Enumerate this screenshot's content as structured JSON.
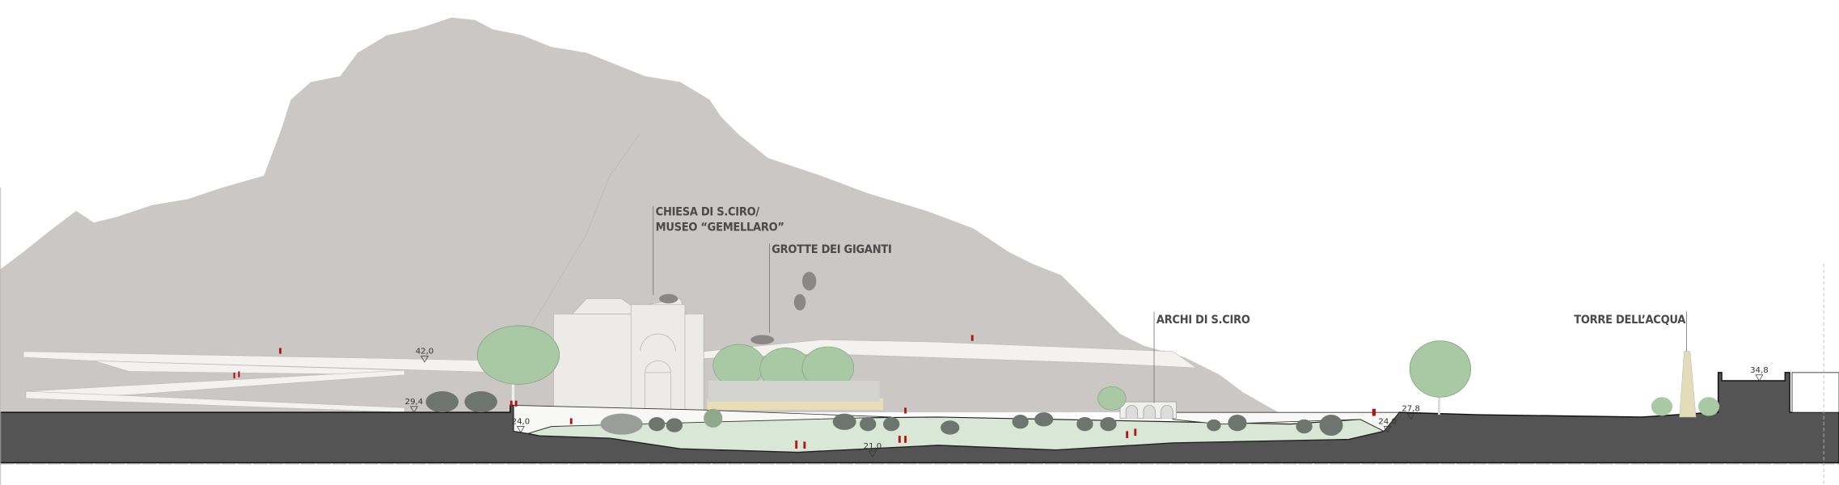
{
  "drawing": {
    "labels": {
      "church_line1": "CHIESA DI S.CIRO/",
      "church_line2": "MUSEO “GEMELLARO”",
      "caves": "GROTTE DEI GIGANTI",
      "arches": "ARCHI DI S.CIRO",
      "tower": "TORRE DELL’ACQUA"
    },
    "elevations": [
      "42,0",
      "29,4",
      "24,0",
      "21,0",
      "24,0",
      "27,8",
      "34,8"
    ],
    "colors": {
      "mountain": "#cbc7c4",
      "ground": "#545454",
      "plaza": "#d9e8d6",
      "tree": "#a9c9a4",
      "people": "#b01818",
      "tower": "#e3dcb8"
    }
  }
}
